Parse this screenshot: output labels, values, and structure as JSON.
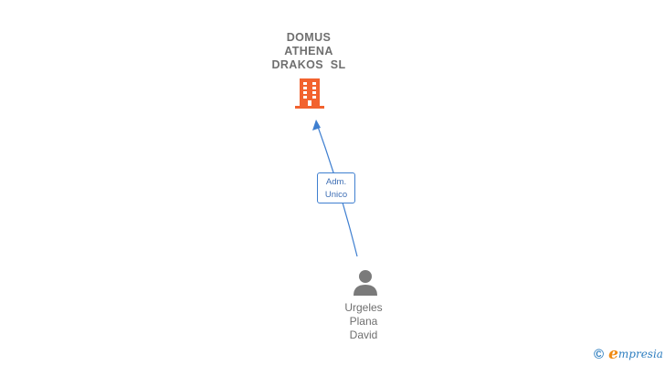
{
  "company": {
    "name_lines": [
      "DOMUS",
      "ATHENA",
      "DRAKOS  SL"
    ],
    "icon": "building-icon",
    "icon_color": "#f2622e"
  },
  "relation": {
    "role_lines": [
      "Adm.",
      "Unico"
    ],
    "line_color": "#3f7fd0"
  },
  "person": {
    "name_lines": [
      "Urgeles",
      "Plana",
      "David"
    ],
    "icon": "person-icon",
    "icon_color": "#7a7a7a"
  },
  "branding": {
    "copyright_symbol": "©",
    "logo_initial": "e",
    "logo_rest": "mpresia",
    "initial_color": "#f08a12",
    "text_color": "#2f7fc0"
  }
}
